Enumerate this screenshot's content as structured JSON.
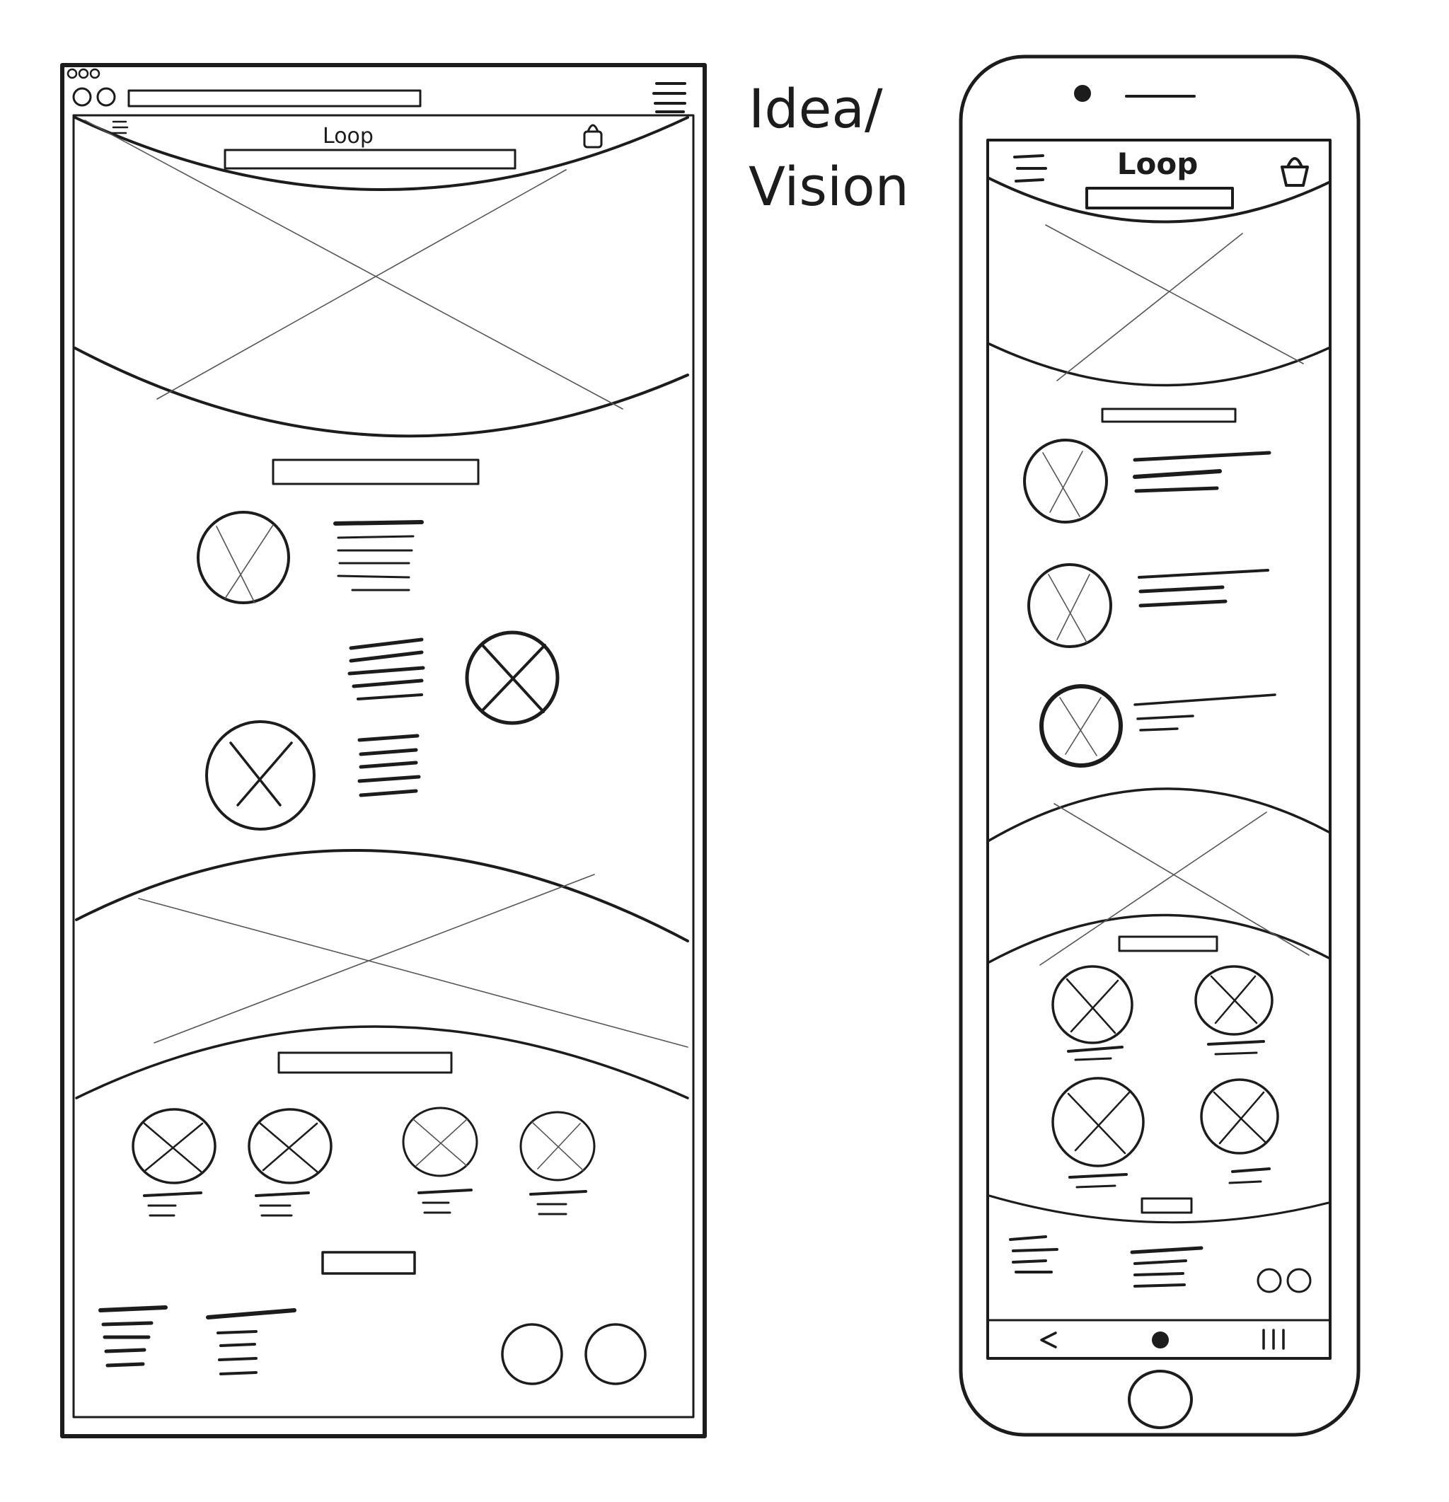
{
  "sketch": {
    "note": {
      "line1": "Idea/",
      "line2": "Vision"
    },
    "desktop": {
      "logo": "Loop"
    },
    "mobile": {
      "logo": "Loop"
    }
  },
  "colors": {
    "ink": "#1c1c1c",
    "paper": "#ffffff"
  }
}
